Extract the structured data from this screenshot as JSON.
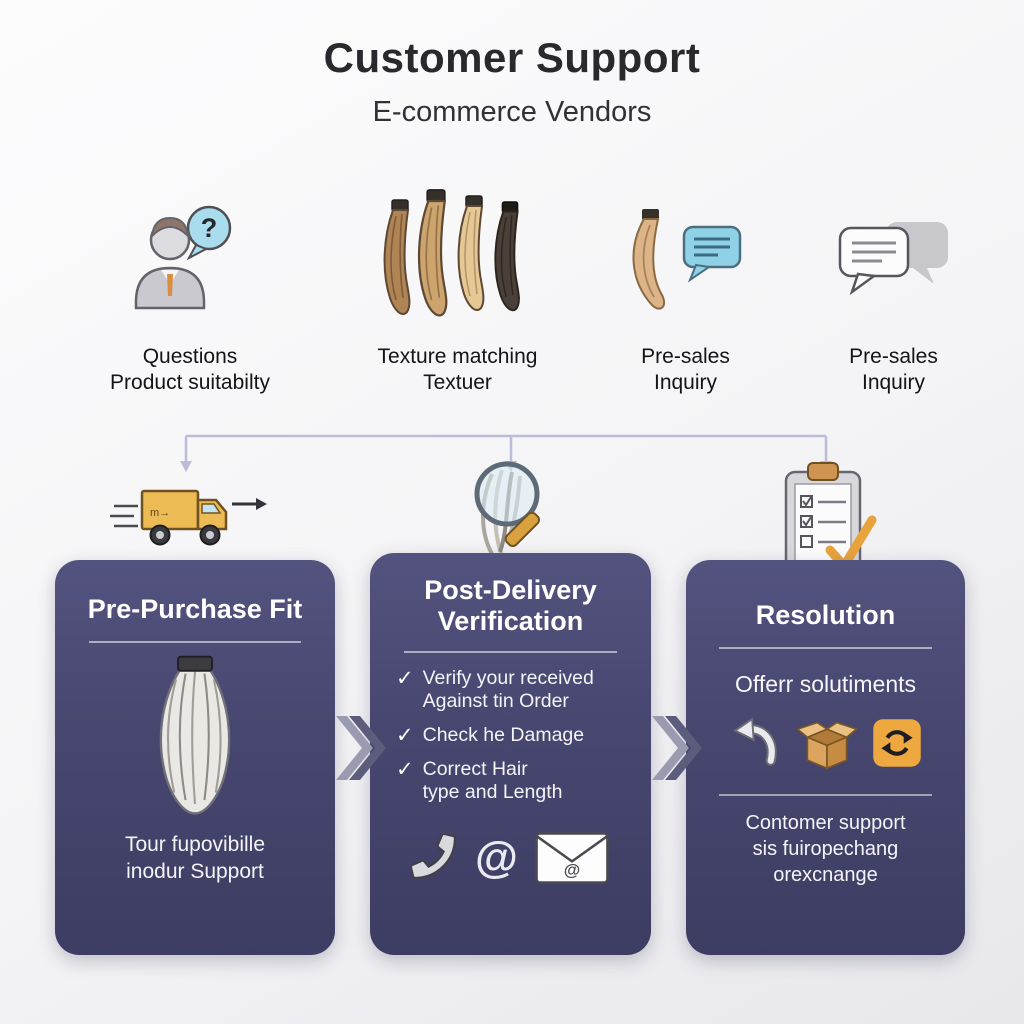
{
  "header": {
    "title": "Customer Support",
    "subtitle": "E-commerce Vendors"
  },
  "top_row": {
    "items": [
      {
        "icon": "person-question-icon",
        "line1": "Questions",
        "line2": "Product suitabilty"
      },
      {
        "icon": "hair-bundles-icon",
        "line1": "Texture matching",
        "line2": "Textuer"
      },
      {
        "icon": "hair-speech-bubble-icon",
        "line1": "Pre-sales",
        "line2": "Inquiry"
      },
      {
        "icon": "chat-bubbles-icon",
        "line1": "Pre-sales",
        "line2": "Inquiry"
      }
    ]
  },
  "flow_icons": [
    "delivery-truck-icon",
    "magnifier-hair-icon",
    "clipboard-checklist-icon"
  ],
  "glyphs": {
    "question_mark": "?",
    "check": "✓",
    "at": "@",
    "truck_label": "m→"
  },
  "cards": {
    "pre_purchase": {
      "title": "Pre-Purchase Fit",
      "footer_line1": "Tour fupovibille",
      "footer_line2": "inodur Support"
    },
    "post_delivery": {
      "title_line1": "Post-Delivery",
      "title_line2": "Verification",
      "items": [
        {
          "line1": "Verify your received",
          "line2": "Against tin Order"
        },
        {
          "line1": "Check he Damage"
        },
        {
          "line1": "Correct Hair",
          "line2": "type and Length"
        }
      ]
    },
    "resolution": {
      "title": "Resolution",
      "subtitle": "Offerr solutiments",
      "footer_line1": "Contomer support",
      "footer_line2": "sis fuiropechang",
      "footer_line3": "orexcnange"
    }
  },
  "colors": {
    "card_background": "#46466f",
    "accent_orange": "#e8a33d",
    "speech_blue": "#8fd2e8",
    "connector": "#bcbcd8"
  }
}
